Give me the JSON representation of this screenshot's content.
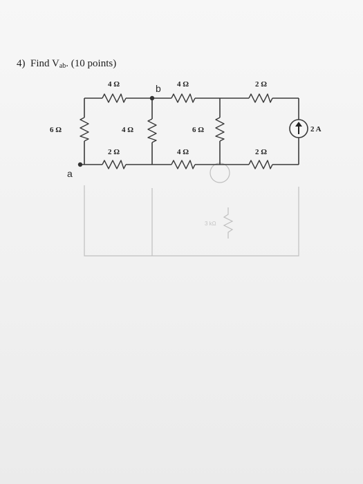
{
  "question": {
    "number": "4)",
    "text_before": "Find V",
    "subscript": "ab",
    "text_after": ". (10 points)"
  },
  "circuit": {
    "resistors": [
      {
        "id": "top-left",
        "label": "4 Ω"
      },
      {
        "id": "top-middle",
        "label": "4 Ω"
      },
      {
        "id": "top-right",
        "label": "2 Ω"
      },
      {
        "id": "left-vertical",
        "label": "6 Ω"
      },
      {
        "id": "inner-vertical",
        "label": "4 Ω"
      },
      {
        "id": "middle-vertical",
        "label": "6 Ω"
      },
      {
        "id": "bottom-left",
        "label": "2 Ω"
      },
      {
        "id": "bottom-middle",
        "label": "4 Ω"
      },
      {
        "id": "bottom-right",
        "label": "2 Ω"
      }
    ],
    "source": {
      "label": "2 A",
      "direction": "up",
      "icon": "arrow-up-icon"
    },
    "nodes": [
      {
        "id": "a",
        "label": "a"
      },
      {
        "id": "b",
        "label": "b"
      }
    ]
  }
}
